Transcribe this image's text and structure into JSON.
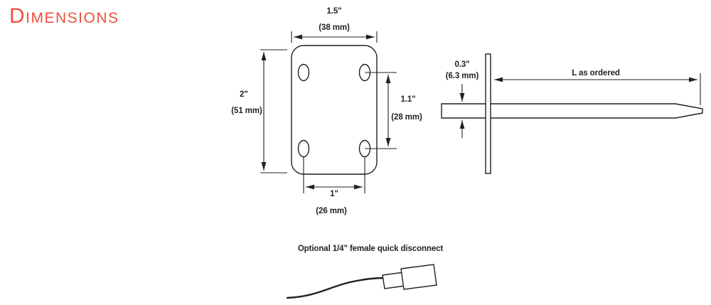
{
  "title": "Dimensions",
  "colors": {
    "accent": "#f0503a",
    "line": "#231f20"
  },
  "plate_dims": {
    "width_in": "1.5\"",
    "width_mm": "(38 mm)",
    "height_in": "2\"",
    "height_mm": "(51 mm)",
    "hole_spacing_v_in": "1.1\"",
    "hole_spacing_v_mm": "(28 mm)",
    "hole_spacing_h_in": "1\"",
    "hole_spacing_h_mm": "(26 mm)"
  },
  "probe_dims": {
    "diameter_in": "0.3\"",
    "diameter_mm": "(6.3 mm)",
    "length_label": "L as ordered"
  },
  "note": {
    "quick_disconnect": "Optional 1/4\" female quick disconnect"
  }
}
